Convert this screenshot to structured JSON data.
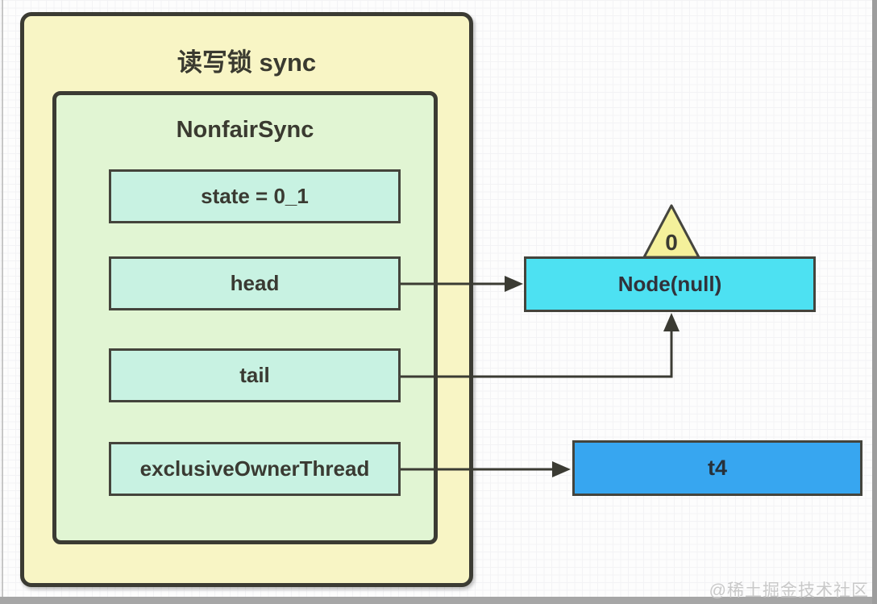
{
  "diagram": {
    "outer": {
      "title": "读写锁 sync"
    },
    "inner": {
      "title": "NonfairSync"
    },
    "fields": [
      {
        "label": "state = 0_1"
      },
      {
        "label": "head"
      },
      {
        "label": "tail"
      },
      {
        "label": "exclusiveOwnerThread"
      }
    ],
    "node_null": {
      "label": "Node(null)",
      "badge": "0"
    },
    "t4": {
      "label": "t4"
    },
    "edges": [
      {
        "from": "head",
        "to": "Node(null)",
        "style": "straight-right"
      },
      {
        "from": "tail",
        "to": "Node(null)",
        "style": "right-then-up"
      },
      {
        "from": "exclusiveOwnerThread",
        "to": "t4",
        "style": "straight-right"
      }
    ],
    "colors": {
      "outer_fill": "#f8f5c5",
      "inner_fill": "#e1f5d3",
      "field_fill": "#c8f2e2",
      "node_fill": "#4de1f2",
      "t4_fill": "#37a6f0",
      "triangle_fill": "#f4f09b",
      "border": "#3b3b33",
      "arrow": "#3b3b33",
      "text": "#3a3a30"
    },
    "watermark": "@稀土掘金技术社区"
  }
}
